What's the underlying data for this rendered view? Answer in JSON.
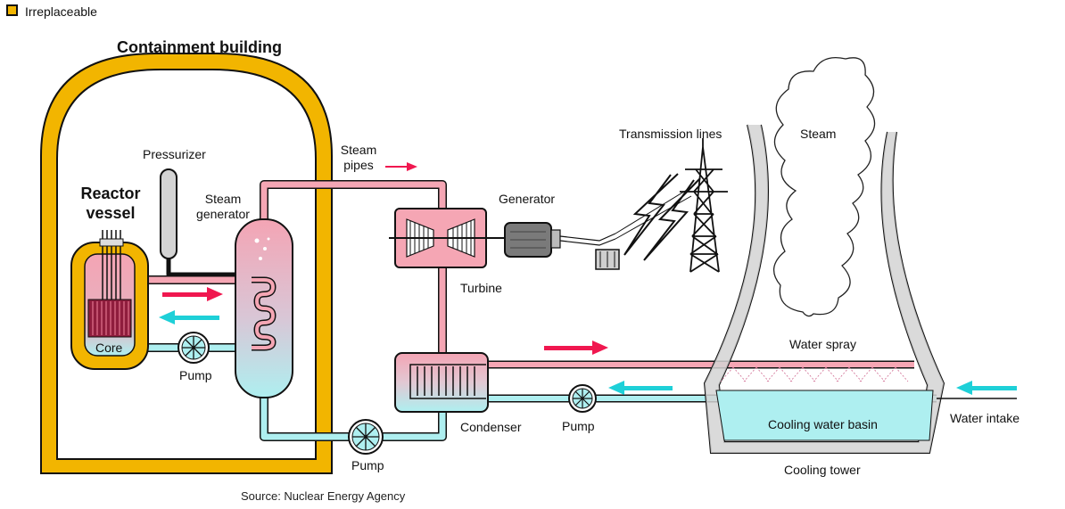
{
  "legend": {
    "label": "Irreplaceable",
    "color": "#f2b500"
  },
  "labels": {
    "containment": "Containment building",
    "reactor_vessel_1": "Reactor",
    "reactor_vessel_2": "vessel",
    "pressurizer": "Pressurizer",
    "steam_generator_1": "Steam",
    "steam_generator_2": "generator",
    "steam_pipes_1": "Steam",
    "steam_pipes_2": "pipes",
    "generator": "Generator",
    "turbine": "Turbine",
    "transmission": "Transmission lines",
    "steam": "Steam",
    "water_spray": "Water spray",
    "condenser": "Condenser",
    "pump_condenser": "Pump",
    "pump_reactor": "Pump",
    "pump_bottom": "Pump",
    "core": "Core",
    "basin": "Cooling water basin",
    "water_intake": "Water intake",
    "cooling_tower": "Cooling tower"
  },
  "source": "Source: Nuclear Energy Agency",
  "colors": {
    "hot": "#f5a6b4",
    "cold": "#aeeff0",
    "arrow_hot": "#f0174f",
    "arrow_cold": "#1ed0d8",
    "gold": "#f2b500",
    "gray": "#d3d3d3"
  }
}
